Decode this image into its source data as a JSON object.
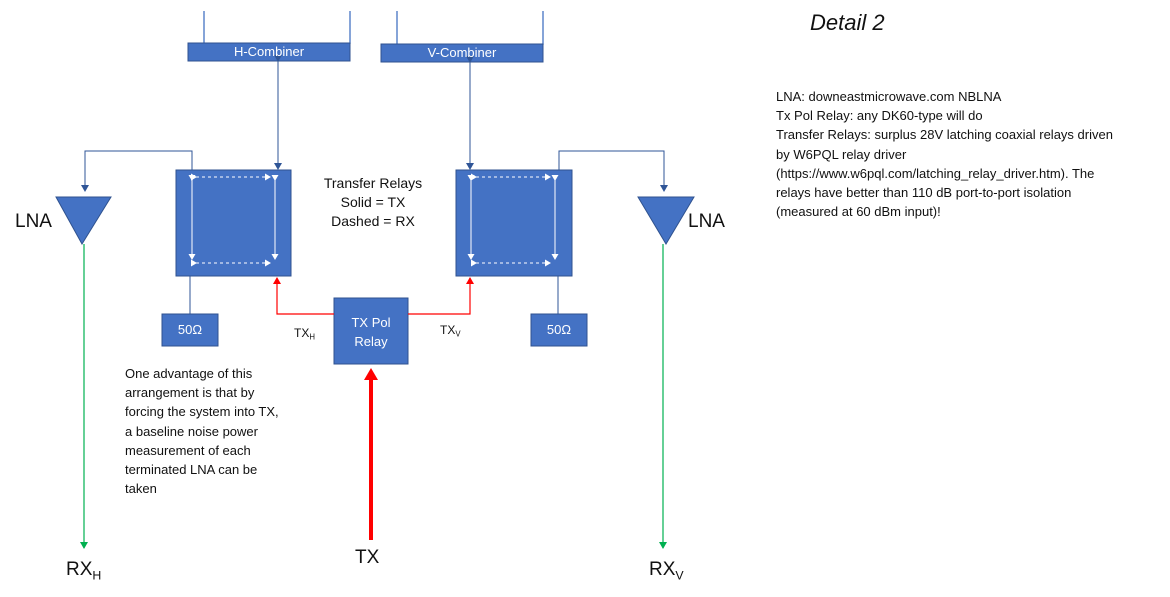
{
  "title": "Detail 2",
  "notes": [
    "LNA:  downeastmicrowave.com  NBLNA",
    "Tx Pol Relay:  any DK60-type will do",
    "Transfer Relays: surplus 28V latching coaxial relays driven",
    "by W6PQL relay driver",
    "(https://www.w6pql.com/latching_relay_driver.htm).   The",
    "relays have better than 110 dB port-to-port  isolation",
    "(measured at 60 dBm input)!"
  ],
  "legend": {
    "line1": "Transfer Relays",
    "line2": "Solid = TX",
    "line3": "Dashed = RX"
  },
  "advantage_text": "One advantage of this arrangement is that by forcing the  system into TX, a baseline noise power measurement  of each terminated  LNA can be taken",
  "components": {
    "h_combiner": "H-Combiner",
    "v_combiner": "V-Combiner",
    "termination_left": "50Ω",
    "termination_right": "50Ω",
    "tx_pol_line1": "TX Pol",
    "tx_pol_line2": "Relay",
    "lna_left": "LNA",
    "lna_right": "LNA"
  },
  "labels": {
    "rx": "RX",
    "rx_h_sub": "H",
    "rx_v_sub": "V",
    "tx": "TX",
    "tx_port": "TX",
    "tx_h_sub": "H",
    "tx_v_sub": "V"
  },
  "colors": {
    "block_fill": "#4472c4",
    "block_stroke": "#2f528f",
    "signal_line": "#4472c4",
    "tx_line": "#ff0000",
    "rx_output": "#00b050",
    "label_on_block": "#ffffff"
  }
}
